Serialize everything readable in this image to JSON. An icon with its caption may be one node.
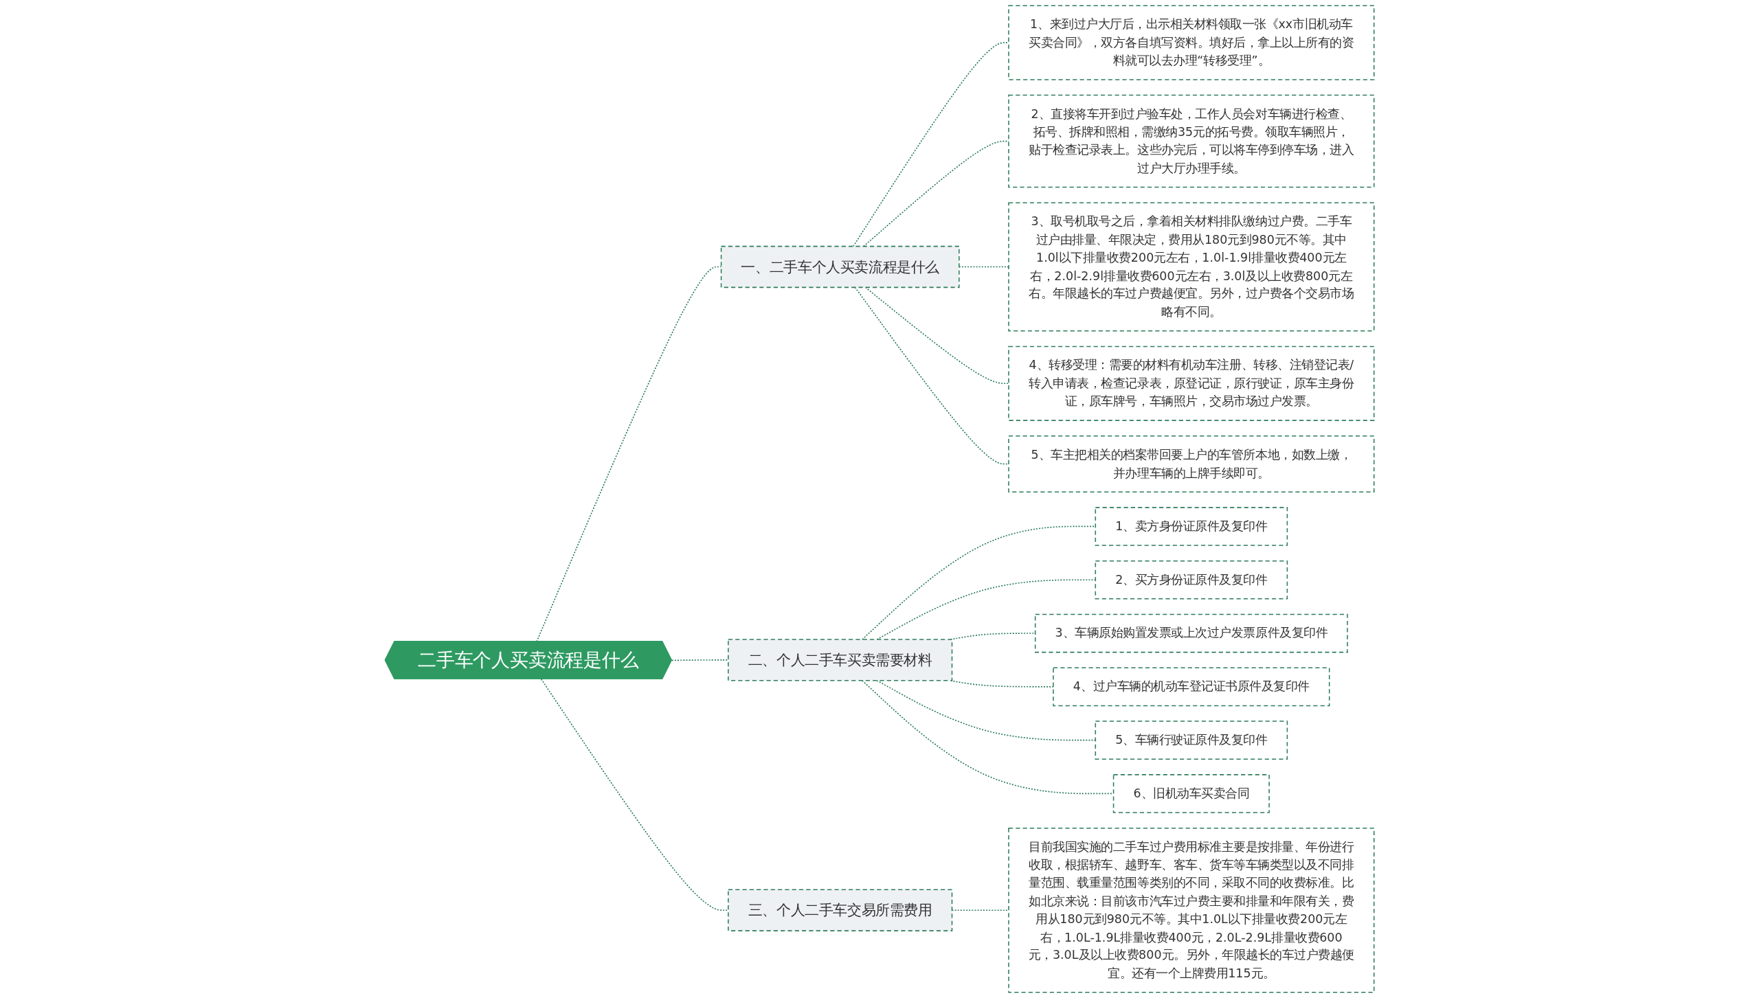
{
  "diagram": {
    "nodes": [
      {
        "text": [
          "二手车个人买卖流程是什么"
        ]
      },
      {
        "text": [
          "一、二手车个人买卖流程是什么"
        ]
      },
      {
        "text": [
          "1、来到过户大厅后，出示相关材料领取一张《xx市旧机动车买卖合同》，双方各自填写资料。填好后，拿上以上所有的资料就可以去办理“转移受理”。"
        ]
      },
      {
        "text": [
          "2、直接将车开到过户验车处，工作人员会对车辆进行检查、拓号、拆牌和照相，需缴纳35元的拓号费。领取车辆照片，贴于检查记录表上。这些办完后，可以将车停到停车场，进入过户大厅办理手续。"
        ]
      },
      {
        "text": [
          "3、取号机取号之后，拿着相关材料排队缴纳过户费。二手车过户由排量、年限决定，费用从180元到980元不等。其中1.0l以下排量收费200元左右，1.0l-1.9l排量收费400元左右，2.0l-2.9l排量收费600元左右，3.0l及以上收费800元左右。年限越长的车过户费越便宜。另外，过户费各个交易市场略有不同。"
        ]
      },
      {
        "text": [
          "4、转移受理：需要的材料有机动车注册、转移、注销登记表/转入申请表，检查记录表，原登记证，原行驶证，原车主身份证，原车牌号，车辆照片，交易市场过户发票。"
        ]
      },
      {
        "text": [
          "5、车主把相关的档案带回要上户的车管所本地，如数上缴，并办理车辆的上牌手续即可。"
        ]
      },
      {
        "text": [
          "二、个人二手车买卖需要材料"
        ]
      },
      {
        "text": [
          "1、卖方身份证原件及复印件"
        ]
      },
      {
        "text": [
          "2、买方身份证原件及复印件"
        ]
      },
      {
        "text": [
          "3、车辆原始购置发票或上次过户发票原件及复印件"
        ]
      },
      {
        "text": [
          "4、过户车辆的机动车登记证书原件及复印件"
        ]
      },
      {
        "text": [
          "5、车辆行驶证原件及复印件"
        ]
      },
      {
        "text": [
          "6、旧机动车买卖合同"
        ]
      },
      {
        "text": [
          "三、个人二手车交易所需费用"
        ]
      },
      {
        "text": [
          "目前我国实施的二手车过户费用标准主要是按排量、年份进行收取，根据轿车、越野车、客车、货车等车辆类型以及不同排量范围、载重量范围等类别的不同，采取不同的收费标准。比如北京来说：目前该市汽车过户费主要和排量和年限有关，费用从180元到980元不等。其中1.0L以下排量收费200元左右，1.0L-1.9L排量收费400元，2.0L-2.9L排量收费600元，3.0L及以上收费800元。另外，年限越长的车过户费越便宜。还有一个上牌费用115元。"
        ]
      }
    ],
    "edges": [
      {
        "from": 0,
        "to": 1,
        "arrow": "none",
        "style": "dashed"
      },
      {
        "from": 1,
        "to": 2,
        "arrow": "none",
        "style": "dashed"
      },
      {
        "from": 1,
        "to": 3,
        "arrow": "none",
        "style": "dashed"
      },
      {
        "from": 1,
        "to": 4,
        "arrow": "none",
        "style": "dashed"
      },
      {
        "from": 1,
        "to": 5,
        "arrow": "none",
        "style": "dashed"
      },
      {
        "from": 1,
        "to": 6,
        "arrow": "none",
        "style": "dashed"
      },
      {
        "from": 0,
        "to": 7,
        "arrow": "none",
        "style": "dashed"
      },
      {
        "from": 7,
        "to": 8,
        "arrow": "none",
        "style": "dashed"
      },
      {
        "from": 7,
        "to": 9,
        "arrow": "none",
        "style": "dashed"
      },
      {
        "from": 7,
        "to": 10,
        "arrow": "none",
        "style": "dashed"
      },
      {
        "from": 7,
        "to": 11,
        "arrow": "none",
        "style": "dashed"
      },
      {
        "from": 7,
        "to": 12,
        "arrow": "none",
        "style": "dashed"
      },
      {
        "from": 7,
        "to": 13,
        "arrow": "none",
        "style": "dashed"
      },
      {
        "from": 0,
        "to": 14,
        "arrow": "none",
        "style": "dashed"
      },
      {
        "from": 14,
        "to": 15,
        "arrow": "none",
        "style": "dashed"
      }
    ]
  }
}
